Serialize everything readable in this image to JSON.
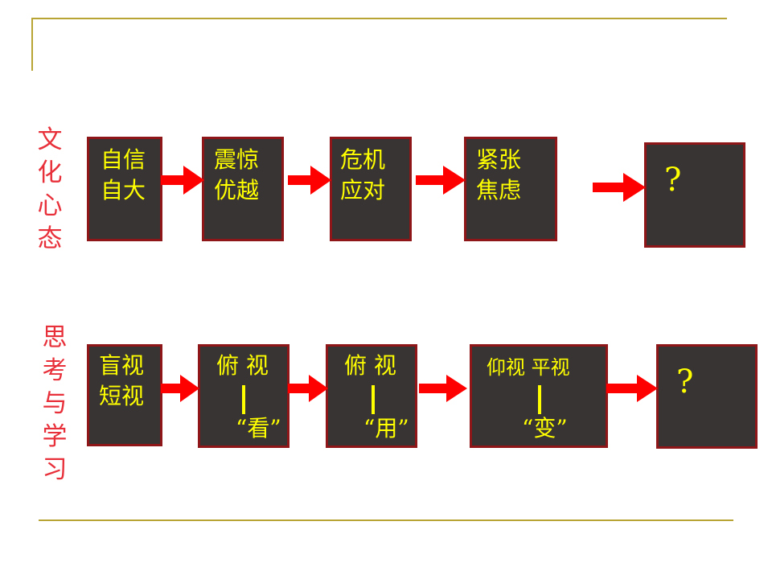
{
  "row1": {
    "label": [
      "文",
      "化",
      "心",
      "态"
    ],
    "boxes": [
      {
        "line1": "自信",
        "line2": "自大"
      },
      {
        "line1": "震惊",
        "line2": "优越"
      },
      {
        "line1": "危机",
        "line2": "应对"
      },
      {
        "line1": "紧张",
        "line2": "焦虑"
      },
      {
        "question": "?"
      }
    ]
  },
  "row2": {
    "label": [
      "思",
      "考",
      "与",
      "学",
      "习"
    ],
    "boxes": [
      {
        "line1": "盲视",
        "line2": "短视"
      },
      {
        "top": "俯 视",
        "bottom": "“看”"
      },
      {
        "top": "俯 视",
        "bottom": "“用”"
      },
      {
        "top": "仰视  平视",
        "bottom": "“变”"
      },
      {
        "question": "?"
      }
    ]
  },
  "colors": {
    "box_fill": "#383434",
    "box_border": "#8e1518",
    "box_text": "#ffff00",
    "arrow": "#ff0000",
    "side_label": "#e8303a",
    "rule": "#b8a335"
  },
  "icons": {
    "connector": "right-arrow-icon"
  }
}
